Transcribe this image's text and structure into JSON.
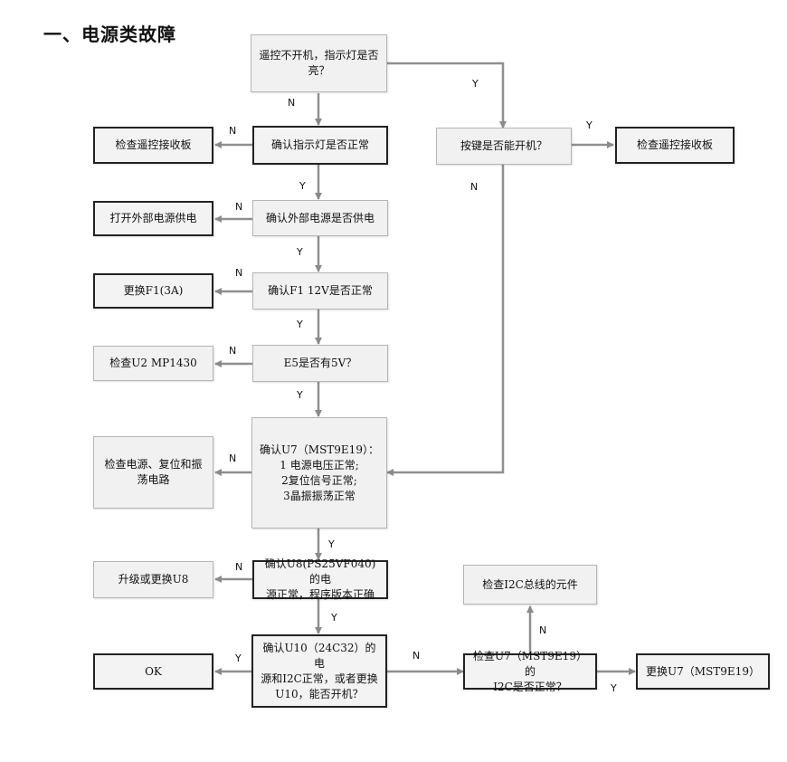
{
  "title": "一、电源类故障",
  "nodes": {
    "q_remote": "遥控不开机，指示灯是否\n亮？",
    "q_indicator": "确认指示灯是否正常",
    "q_key": "按键是否能开机？",
    "r_check_remote_left": "检查遥控接收板",
    "r_check_remote_right": "检查遥控接收板",
    "q_ext_power": "确认外部电源是否供电",
    "r_open_power": "打开外部电源供电",
    "q_f1": "确认F1 12V是否正常",
    "r_replace_f1": "更换F1(3A)",
    "q_e5": "E5是否有5V？",
    "r_check_u2": "检查U2 MP1430",
    "q_u7": "确认U7（MST9E19）：\n1 电源电压正常;\n2复位信号正常;\n3晶振振荡正常",
    "r_check_power_reset": "检查电源、复位和振\n荡电路",
    "q_u8": "确认U8(PS25VF040)的电\n源正常，程序版本正确",
    "r_upgrade_u8": "升级或更换U8",
    "q_u10": "确认U10（24C32）的电\n源和I2C正常，或者更换\nU10，能否开机？",
    "r_ok": "OK",
    "q_u7_i2c": "检查U7（MST9E19）的\nI2C是否正常？",
    "r_check_i2c": "检查I2C总线的元件",
    "r_replace_u7": "更换U7（MST9E19）"
  },
  "edge_labels": {
    "remote_n": "N",
    "remote_y": "Y",
    "indicator_n": "N",
    "indicator_y": "Y",
    "key_y": "Y",
    "key_n": "N",
    "ext_n": "N",
    "ext_y": "Y",
    "f1_n": "N",
    "f1_y": "Y",
    "e5_n": "N",
    "e5_y": "Y",
    "u7_n": "N",
    "u7_y": "Y",
    "u8_n": "N",
    "u8_y": "Y",
    "u10_y": "Y",
    "u10_n": "N",
    "i2c_n": "N",
    "i2c_y": "Y"
  }
}
